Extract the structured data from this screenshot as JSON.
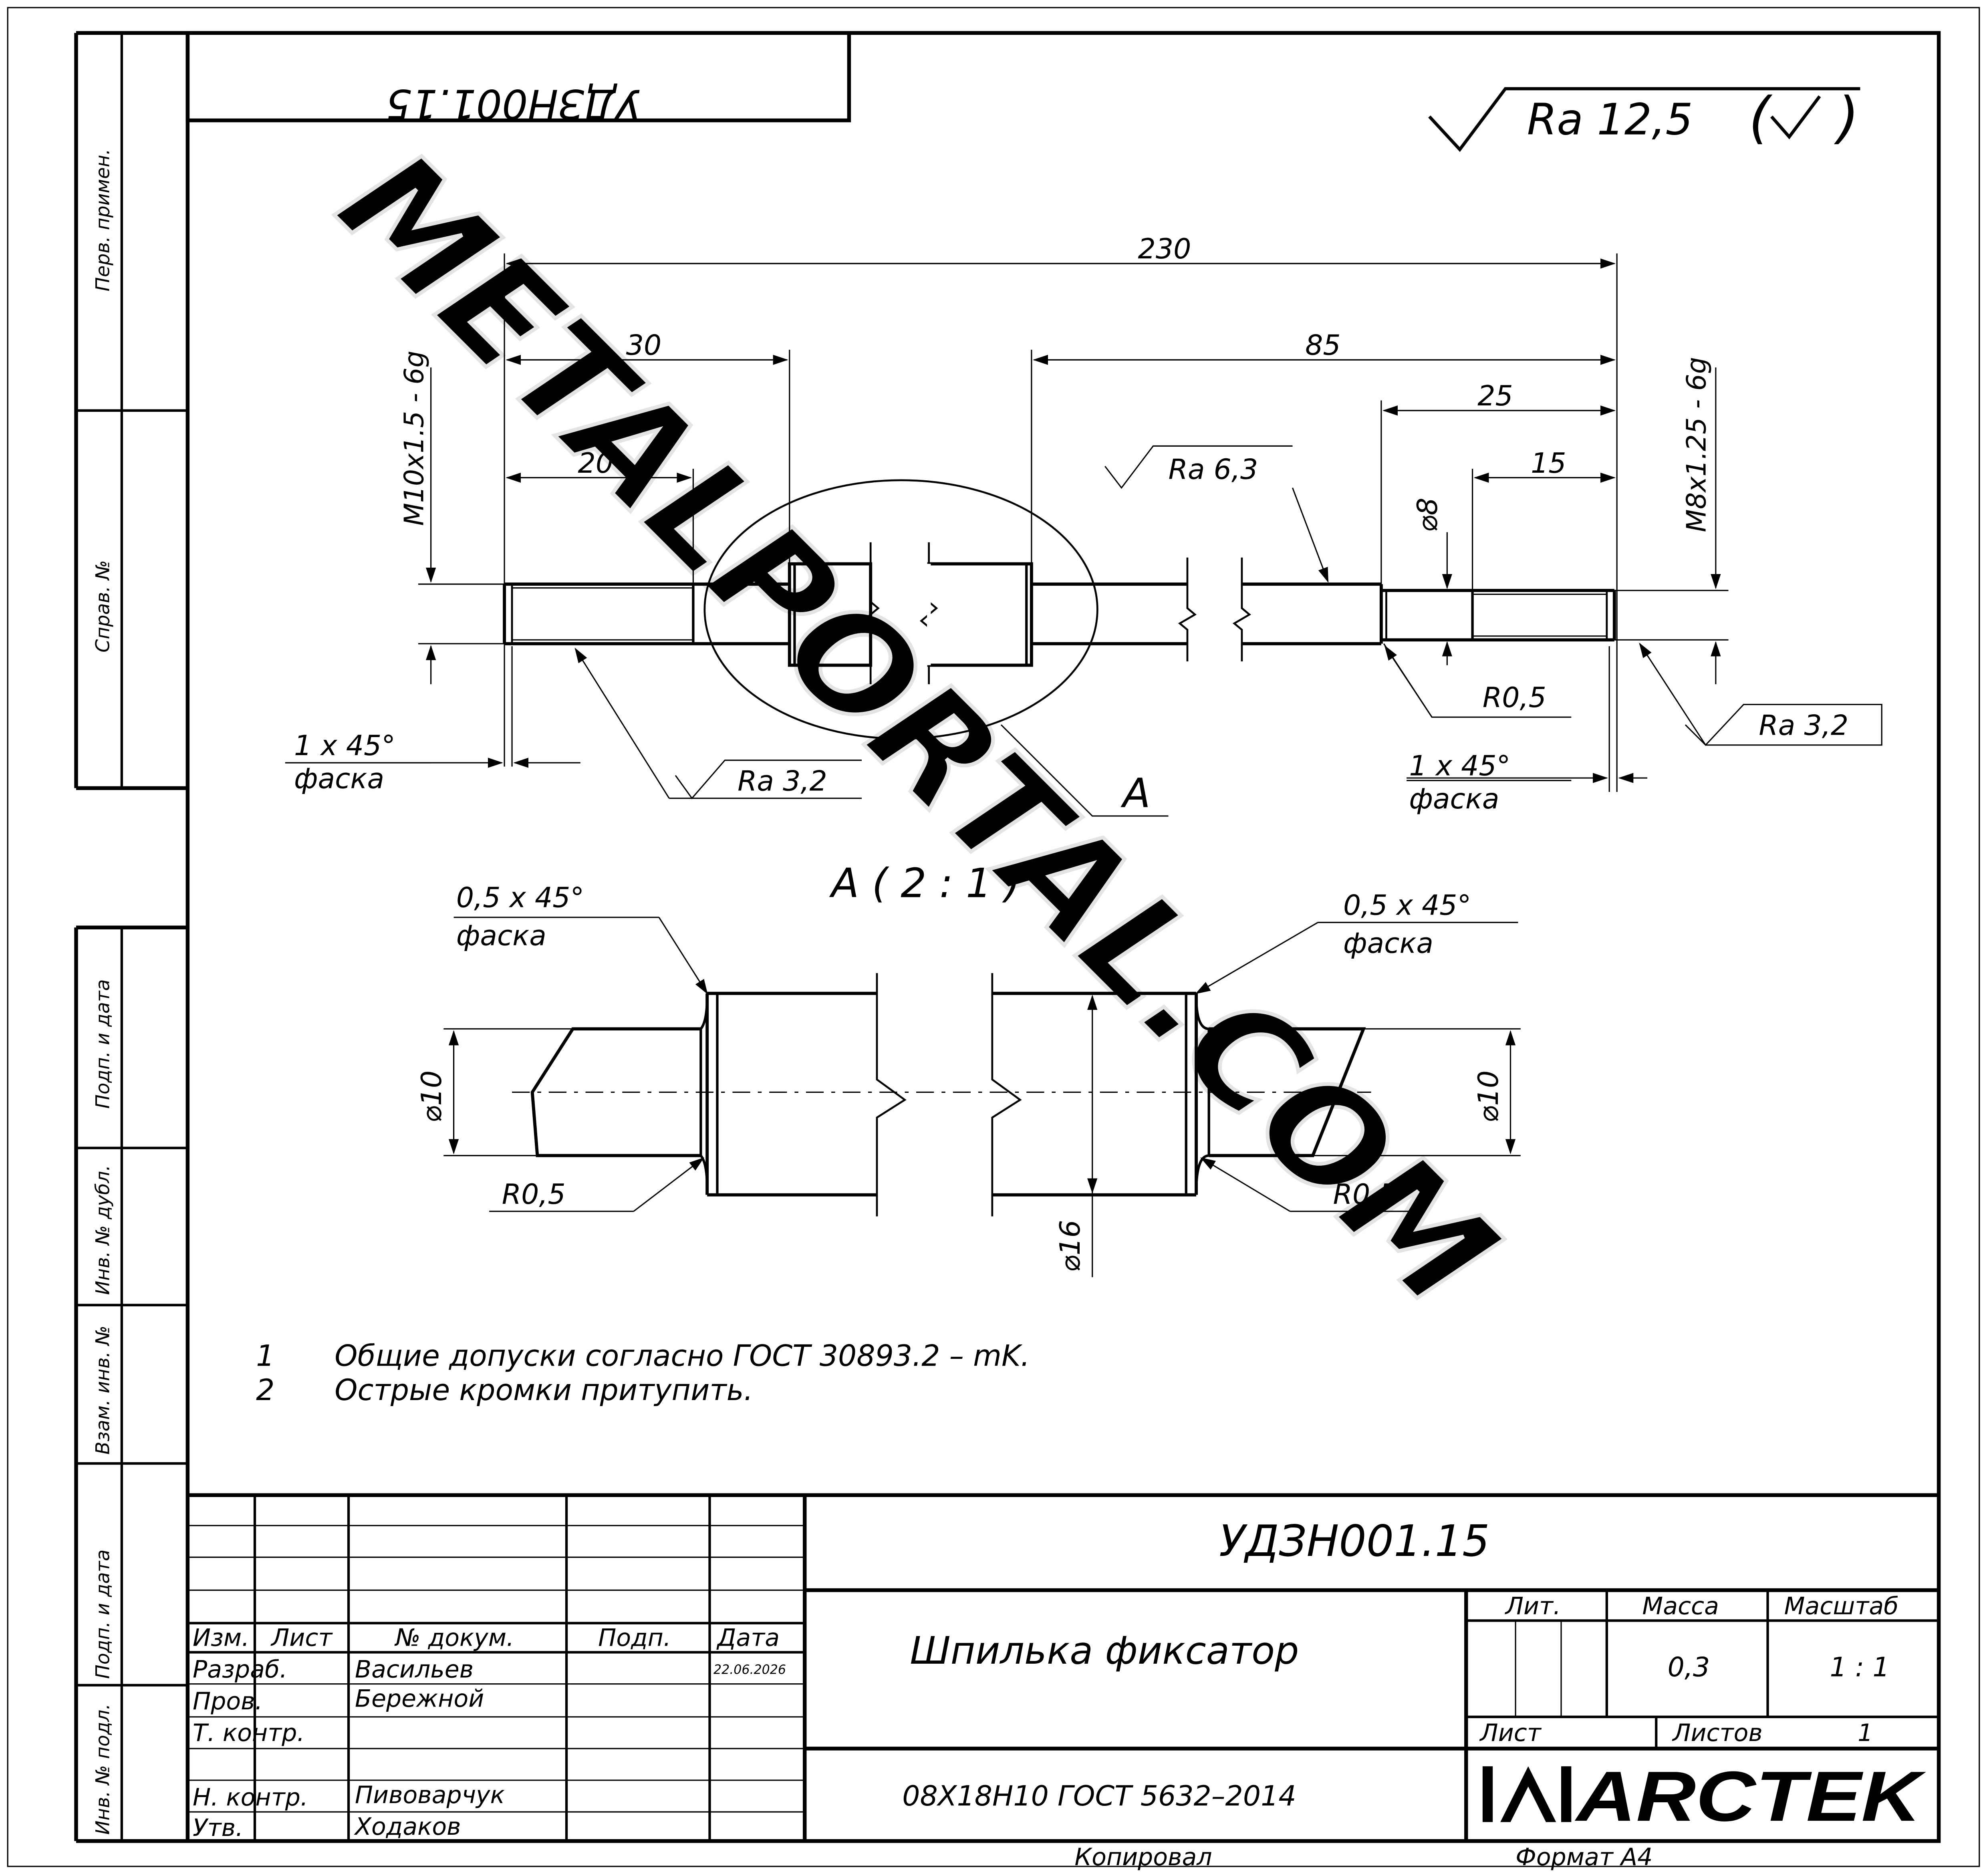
{
  "sheet": {
    "mirrored_code": "УДЗН001.15",
    "roughness_general": "Ra 12,5",
    "watermark": "METALPORTAL.COM",
    "side_columns": {
      "perv_primen": "Перв. примен.",
      "sprav_no": "Справ. №",
      "podp_data_1": "Подп. и дата",
      "inv_dubl": "Инв. № дубл.",
      "vzam_inv": "Взам. инв. №",
      "podp_data_2": "Подп. и дата",
      "inv_podl": "Инв. № подл."
    }
  },
  "main_view": {
    "dim_230": "230",
    "dim_30": "30",
    "dim_85": "85",
    "dim_25": "25",
    "dim_20": "20",
    "dim_15": "15",
    "thread_left": "М10х1.5 - 6g",
    "thread_right": "М8х1.25 - 6g",
    "dia_8": "⌀8",
    "ra_middle": "Ra 6,3",
    "ra_left": "Ra 3,2",
    "ra_right": "Ra 3,2",
    "radius_right": "R0,5",
    "chamfer_left_1": "1 x 45°",
    "chamfer_left_2": "фаска",
    "chamfer_right_1": "1 x 45°",
    "chamfer_right_2": "фаска",
    "detail_mark": "А"
  },
  "detail_view": {
    "title": "А ( 2 : 1 )",
    "chamfer_left_1": "0,5 x 45°",
    "chamfer_left_2": "фаска",
    "chamfer_right_1": "0,5 x 45°",
    "chamfer_right_2": "фаска",
    "dia_left": "⌀10",
    "dia_right": "⌀10",
    "dia_center": "⌀16",
    "radius_left": "R0,5",
    "radius_right": "R0,5"
  },
  "notes": [
    {
      "num": "1",
      "text": "Общие допуски согласно ГОСТ 30893.2 – mK."
    },
    {
      "num": "2",
      "text": "Острые кромки притупить."
    }
  ],
  "title_block": {
    "designation": "УДЗН001.15",
    "part_name": "Шпилька фиксатор",
    "material": "08Х18Н10 ГОСТ 5632–2014",
    "headers": {
      "izm": "Изм.",
      "list": "Лист",
      "doc_no": "№ докум.",
      "podp": "Подп.",
      "data": "Дата"
    },
    "roles": {
      "razrab": "Разраб.",
      "prov": "Пров.",
      "t_kontr": "Т. контр.",
      "n_kontr": "Н. контр.",
      "utv": "Утв."
    },
    "people": {
      "razrab": "Васильев",
      "prov": "Бережной",
      "n_kontr": "Пивоварчук",
      "utv": "Ходаков"
    },
    "date": "22.06.2026",
    "lit_label": "Лит.",
    "mass_label": "Масса",
    "scale_label": "Масштаб",
    "mass_value": "0,3",
    "scale_value": "1 : 1",
    "sheet_label": "Лист",
    "sheets_label": "Листов",
    "sheets_value": "1",
    "company_logo": "ARCTEK"
  },
  "footer": {
    "copied": "Копировал",
    "format": "Формат А4"
  }
}
